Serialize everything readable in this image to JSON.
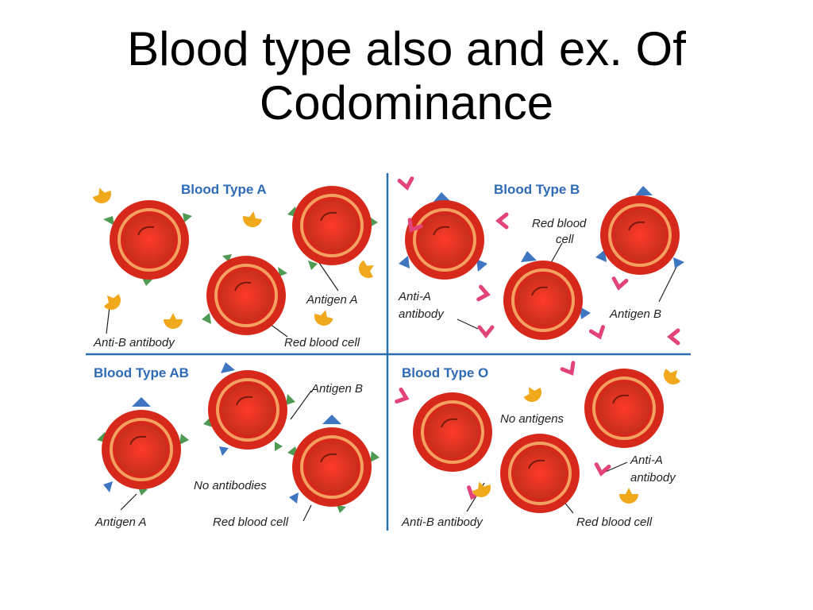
{
  "slide": {
    "title_line1": "Blood type also and ex. Of",
    "title_line2": "Codominance"
  },
  "colors": {
    "panel_title": "#2e6ab6",
    "divider": "#2b6eb0",
    "cell_outer": "#d7281c",
    "cell_ring": "#f3a060",
    "cell_center": "#e23a22",
    "antigen_a": "#4e9a52",
    "antigen_b": "#3f76c2",
    "anti_a_antibody": "#e2447a",
    "anti_b_antibody": "#f0a81c",
    "label_text": "#222222"
  },
  "panels": {
    "type_a": {
      "title": "Blood Type A",
      "antibody_label": "Anti-B antibody",
      "antigen_label": "Antigen A",
      "cell_label": "Red blood cell"
    },
    "type_b": {
      "title": "Blood Type B",
      "cell_label_line1": "Red blood",
      "cell_label_line2": "cell",
      "antibody_label_line1": "Anti-A",
      "antibody_label_line2": "antibody",
      "antigen_label": "Antigen B"
    },
    "type_ab": {
      "title": "Blood Type AB",
      "antigen_b_label": "Antigen B",
      "no_antibodies_label": "No antibodies",
      "antigen_a_label": "Antigen A",
      "cell_label": "Red blood cell"
    },
    "type_o": {
      "title": "Blood Type O",
      "no_antigens_label": "No antigens",
      "anti_a_label_line1": "Anti-A",
      "anti_a_label_line2": "antibody",
      "anti_b_label": "Anti-B antibody",
      "cell_label": "Red blood cell"
    }
  }
}
